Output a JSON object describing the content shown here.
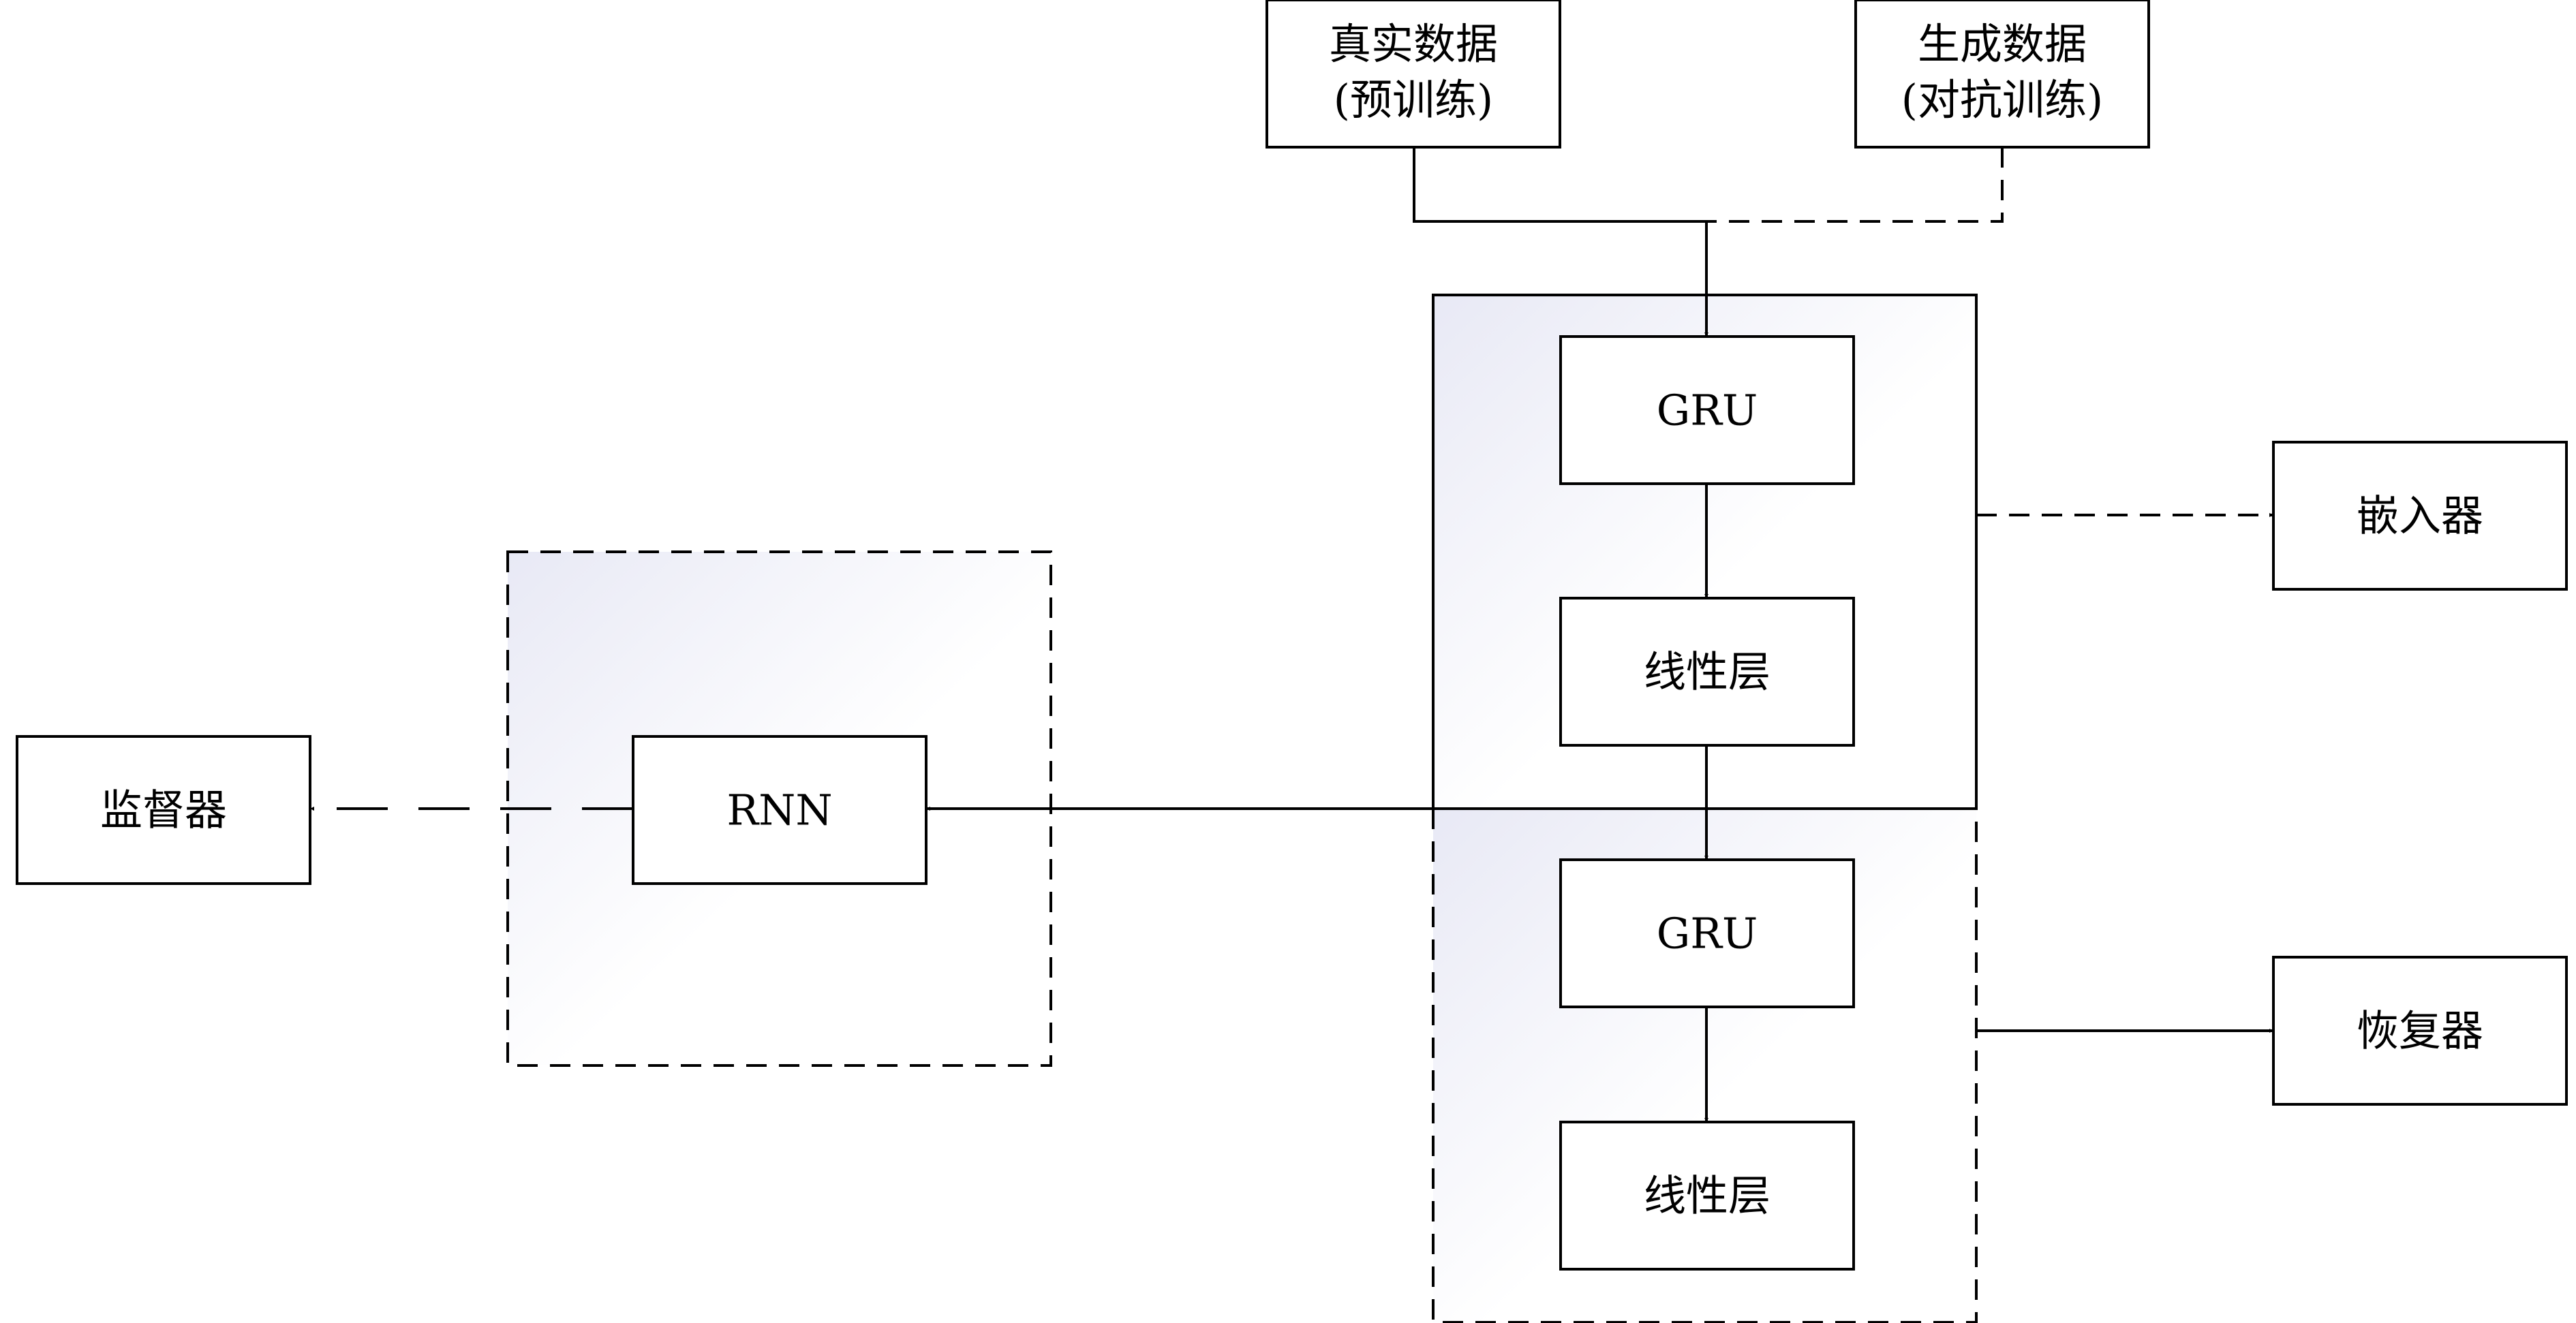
{
  "nodes": {
    "real_data": {
      "line1": "真实数据",
      "line2": "(预训练)"
    },
    "gen_data": {
      "line1": "生成数据",
      "line2": "(对抗训练)"
    },
    "gru_top": {
      "label": "GRU"
    },
    "linear_top": {
      "label": "线性层"
    },
    "gru_bottom": {
      "label": "GRU"
    },
    "linear_bottom": {
      "label": "线性层"
    },
    "rnn": {
      "label": "RNN"
    },
    "embedder": {
      "label": "嵌入器"
    },
    "recovery": {
      "label": "恢复器"
    },
    "supervisor": {
      "label": "监督器"
    }
  },
  "colors": {
    "stroke": "#000000",
    "gradient_tint": "#e8e9f5"
  }
}
